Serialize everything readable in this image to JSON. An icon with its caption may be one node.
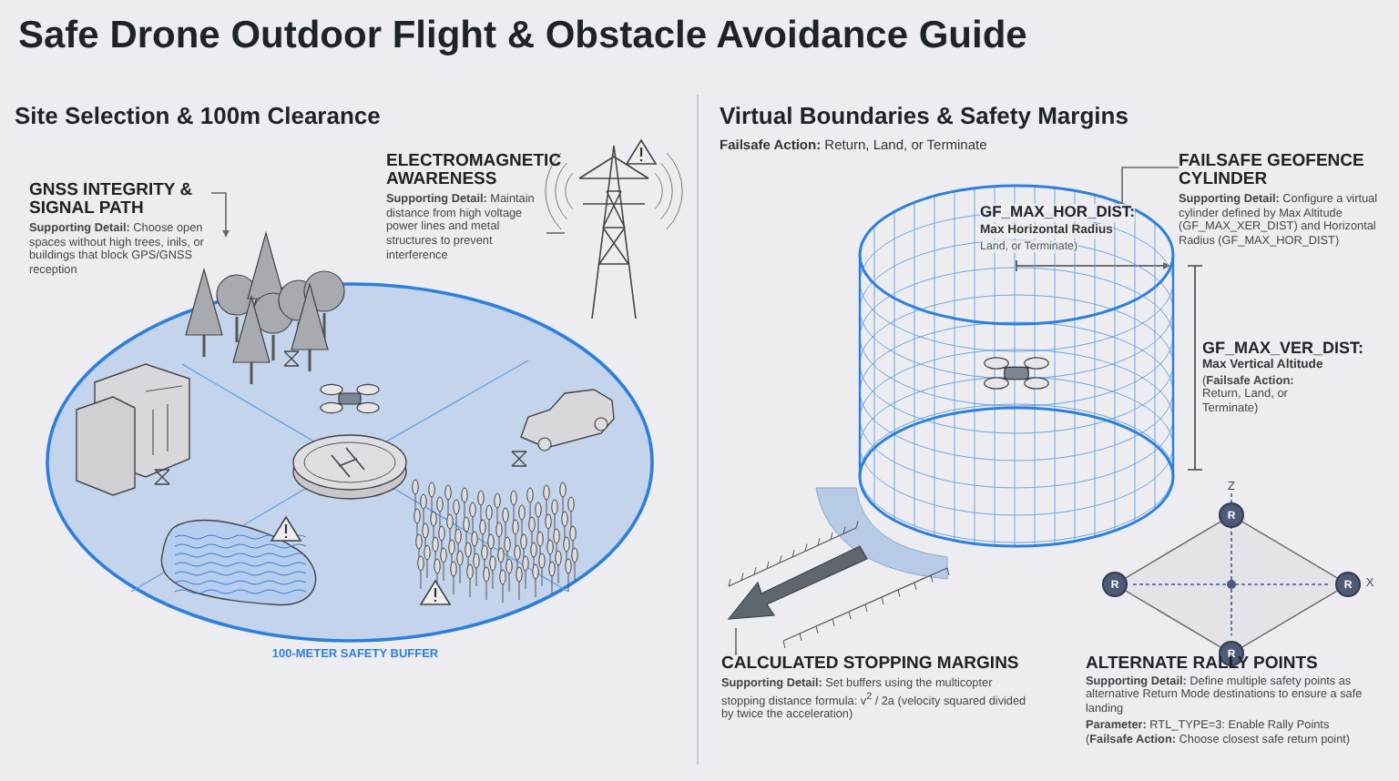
{
  "diagram": {
    "title": "Safe Drone Outdoor Flight & Obstacle Avoidance Guide",
    "nodes": [
      {
        "text": [
          "GNSS INTEGRITY & SIGNAL PATH",
          "**Supporting Detail:** Choose open spaces without high trees, inils, or buildings that block GPS/GNSS reception"
        ]
      },
      {
        "text": [],
        "shape": "picture"
      },
      {
        "text": [
          "ELECTROMAGNETIC AWARENESS",
          "**Supporting Detail:** Maintain distance from high voltage power lines and metal structures to prevent interference"
        ]
      },
      {
        "text": [],
        "shape": "picture"
      },
      {
        "text": [
          "FAILSAFE GEOFENCE CYLINDER",
          "**Supporting Detail:** Configure a virtual cylinder defined by Max Altitude (GF_MAX_XER_DIST) and Horizontal Radius (GF_MAX_HOR_DIST)"
        ]
      },
      {
        "text": [],
        "shape": "cylinder"
      },
      {
        "text": [
          "CALCULATED STOPPING MARGINS",
          "**Supporting Detail:** Set buffers using the multicopter stopping distance formula: v$^{2}$ / 2a (velocity squared divided by twice the acceleration)"
        ]
      },
      {
        "text": [],
        "shape": "picture"
      }
    ],
    "edges": [
      {
        "from": 0,
        "to": 1,
        "arrow": "to"
      },
      {
        "from": 2,
        "to": 3,
        "arrow": "none"
      },
      {
        "from": 4,
        "to": 5,
        "arrow": "none"
      },
      {
        "from": 6,
        "to": 7,
        "arrow": "none"
      }
    ],
    "labels": [
      "Site Selection & 100m Clearance",
      "Virtual Boundaries & Safety Margins",
      "**Failsafe Action:** Return, Land, or Terminate",
      "GF_MAX_HOR_DIST:",
      "Max Horizontal Radius",
      "Land, or Terminate)",
      "GF_MAX_VER_DIST:",
      "Max Vertical Altitude",
      "(**Failsafe Action:** Return, Land, or Terminate)",
      "100-METER SAFETY BUFFER",
      "Z",
      "X",
      "R",
      "R",
      "R",
      "R",
      "ALTERNATE RALLY POINTS",
      "**Supporting Detail:** Define multiple safety points as alternative Return Mode destinations to ensure a safe landing",
      "**Parameter:** RTL_TYPE=3: Enable Rally Points",
      "(**Failsafe Action:** Choose closest safe return point)"
    ]
  }
}
